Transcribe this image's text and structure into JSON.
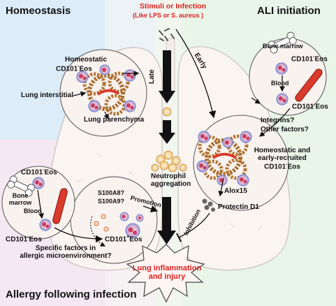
{
  "sections": {
    "homeostasis": "Homeostasis",
    "ali_initiation": "ALI initiation",
    "allergy": "Allergy  following infection"
  },
  "stimuli": {
    "line1": "Stimuli or Infection",
    "line2": "(Like LPS or S. aureus )"
  },
  "arrows": {
    "late": "Late",
    "early": "Early",
    "promotion": "Promotion",
    "inhibition": "Inhibition"
  },
  "homeostasis_panel": {
    "title_line1": "Homeostatic",
    "title_line2": "CD101",
    "title_sup": "-",
    "title_tail": "Eos",
    "interstitial": "Lung interstitial",
    "parenchyma": "Lung parenchyma"
  },
  "neutrophil": {
    "line1": "Neutrophil",
    "line2": "aggregation"
  },
  "outcome": {
    "line1": "Lung inflammation",
    "line2": "and injury"
  },
  "ali_panel": {
    "bone_marrow": "Bone marrow",
    "cd101_eos_top": "CD101",
    "cd101_eos_top_sup": "-",
    "cd101_eos_top_tail": "Eos",
    "blood": "Blood",
    "cd101_eos_bottom": "CD101",
    "cd101_eos_bottom_sup": "-",
    "cd101_eos_bottom_tail": "Eos",
    "question_line1": "Integrins?",
    "question_line2": "Other factors?",
    "recruited_line1": "Homeostatic and",
    "recruited_line2": "early-recruited",
    "recruited_line3": "CD101",
    "recruited_sup": "-",
    "recruited_tail": "Eos",
    "alox": "Alox15",
    "protectin": "Protectin D1"
  },
  "allergy_panel": {
    "cd101_eos_top": "CD101",
    "cd101_eos_top_sup": "-",
    "cd101_eos_top_tail": "Eos",
    "bone_line1": "Bone",
    "bone_line2": "marrow",
    "blood": "Blood",
    "cd101_eos_bottom": "CD101",
    "cd101_eos_bottom_sup": "-",
    "cd101_eos_bottom_tail": "Eos",
    "s100a8": "S100A8?",
    "s100a9": "S100A9?",
    "cd101_plus": "CD101",
    "cd101_plus_sup": "+",
    "cd101_plus_tail": "Eos",
    "factors_line1": "Specific factors in",
    "factors_line2": "allergic microenvironment?"
  },
  "colors": {
    "homeostasis_bg": "#dcecf8",
    "ali_bg": "#e6f4e6",
    "allergy_bg": "#f4e6f2",
    "red_text": "#e0201c",
    "vessel": "#d93a2b",
    "eos_outer": "#b7bde6",
    "eos_inner": "#c93c5e"
  }
}
